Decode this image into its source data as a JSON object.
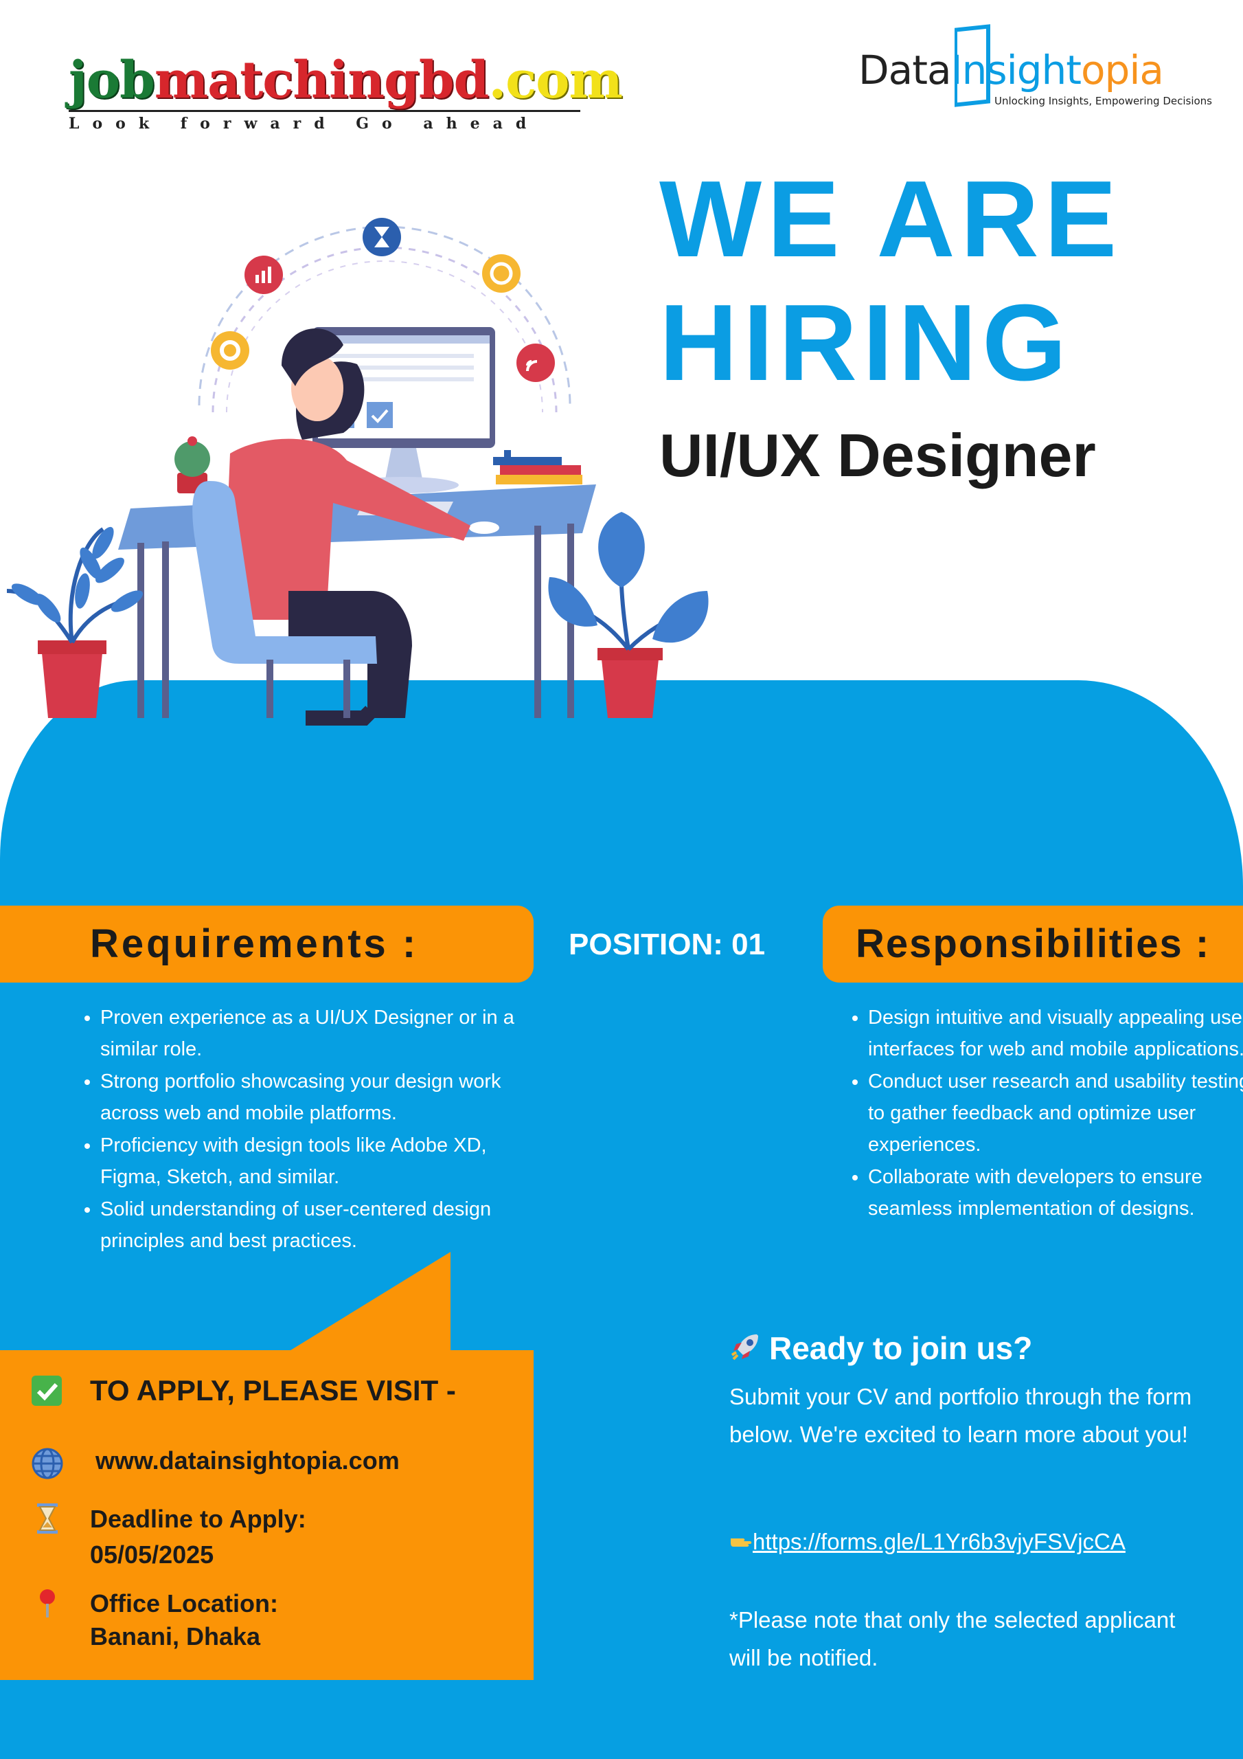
{
  "brand_left": {
    "part1": "job",
    "part2": "matchingbd",
    "part3": ".com",
    "tagline": "Look forward Go ahead"
  },
  "brand_right": {
    "name_part1": "Data",
    "name_part2": "Insight",
    "name_part3": "opia",
    "tagline": "Unlocking Insights, Empowering Decisions"
  },
  "headline": {
    "line1": "WE ARE",
    "line2": "HIRING",
    "role": "UI/UX Designer"
  },
  "position_label": "POSITION: 01",
  "requirements": {
    "title": "Requirements :",
    "items": [
      "Proven experience as a UI/UX Designer or in a similar role.",
      "Strong portfolio showcasing your design work across web and mobile platforms.",
      "Proficiency with design tools like Adobe XD, Figma, Sketch, and similar.",
      "Solid understanding of user-centered design principles and best practices."
    ]
  },
  "responsibilities": {
    "title": "Responsibilities :",
    "items": [
      "Design intuitive and visually appealing user interfaces for web and mobile applications.",
      "Conduct user research and usability testing to gather feedback and optimize user experiences.",
      "Collaborate with developers to ensure seamless implementation of designs."
    ]
  },
  "apply": {
    "heading": "TO APPLY, PLEASE VISIT -",
    "website": "www.datainsightopia.com",
    "deadline_label": "Deadline to Apply:",
    "deadline_value": "05/05/2025",
    "location_label": "Office Location:",
    "location_value": "Banani, Dhaka"
  },
  "ready": {
    "title": "Ready to join us?",
    "body": "Submit your CV and portfolio through the form below. We're excited to learn more about you!",
    "link": "https://forms.gle/L1Yr6b3vjyFSVjcCA",
    "note": "*Please note that only the selected applicant will be notified."
  },
  "colors": {
    "blue": "#069fe2",
    "orange": "#fb9406",
    "dark": "#1b1b1b",
    "white": "#ffffff"
  },
  "icons": [
    "check-icon",
    "globe-icon",
    "hourglass-icon",
    "location-pin-icon",
    "rocket-icon",
    "pointing-hand-icon"
  ]
}
